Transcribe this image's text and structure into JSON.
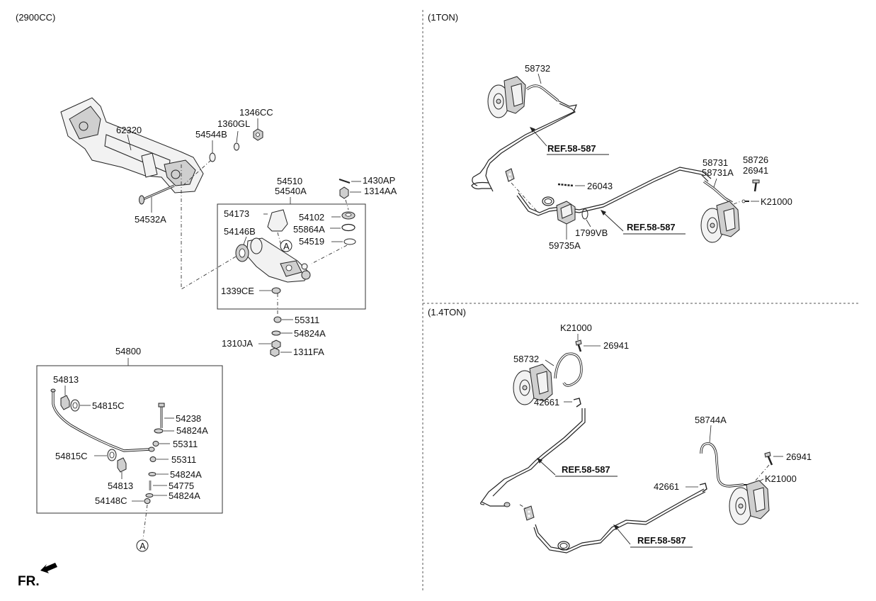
{
  "sections": {
    "engine": "(2900CC)",
    "one_ton": "(1TON)",
    "one_four_ton": "(1.4TON)"
  },
  "parts": {
    "p62320": "62320",
    "p1346CC": "1346CC",
    "p1360GL": "1360GL",
    "p54544B": "54544B",
    "p54532A": "54532A",
    "p54510": "54510",
    "p54540A": "54540A",
    "p1430AP": "1430AP",
    "p1314AA": "1314AA",
    "p54173": "54173",
    "p54102": "54102",
    "p55864A": "55864A",
    "p54146B": "54146B",
    "p54519": "54519",
    "p1339CE": "1339CE",
    "p55311_a": "55311",
    "p54824A_a": "54824A",
    "p1310JA": "1310JA",
    "p1311FA": "1311FA",
    "p54800": "54800",
    "p54813_a": "54813",
    "p54815C_a": "54815C",
    "p54238": "54238",
    "p54824A_b": "54824A",
    "p55311_b": "55311",
    "p54815C_b": "54815C",
    "p55311_c": "55311",
    "p54824A_c": "54824A",
    "p54813_b": "54813",
    "p54775": "54775",
    "p54148C": "54148C",
    "p54824A_d": "54824A",
    "t1_58732": "58732",
    "t1_26043": "26043",
    "t1_58731": "58731",
    "t1_58731A": "58731A",
    "t1_58726": "58726",
    "t1_26941": "26941",
    "t1_K21000": "K21000",
    "t1_1799VB": "1799VB",
    "t1_59735A": "59735A",
    "t4_K21000_a": "K21000",
    "t4_26941_a": "26941",
    "t4_58732": "58732",
    "t4_42661_a": "42661",
    "t4_58744A": "58744A",
    "t4_26941_b": "26941",
    "t4_K21000_b": "K21000",
    "t4_42661_b": "42661"
  },
  "refs": {
    "r1": "REF.58-587",
    "r2": "REF.58-587",
    "r3": "REF.58-587",
    "r4": "REF.58-587"
  },
  "callouts": {
    "a1": "A",
    "a2": "A"
  },
  "front_marker": "FR."
}
